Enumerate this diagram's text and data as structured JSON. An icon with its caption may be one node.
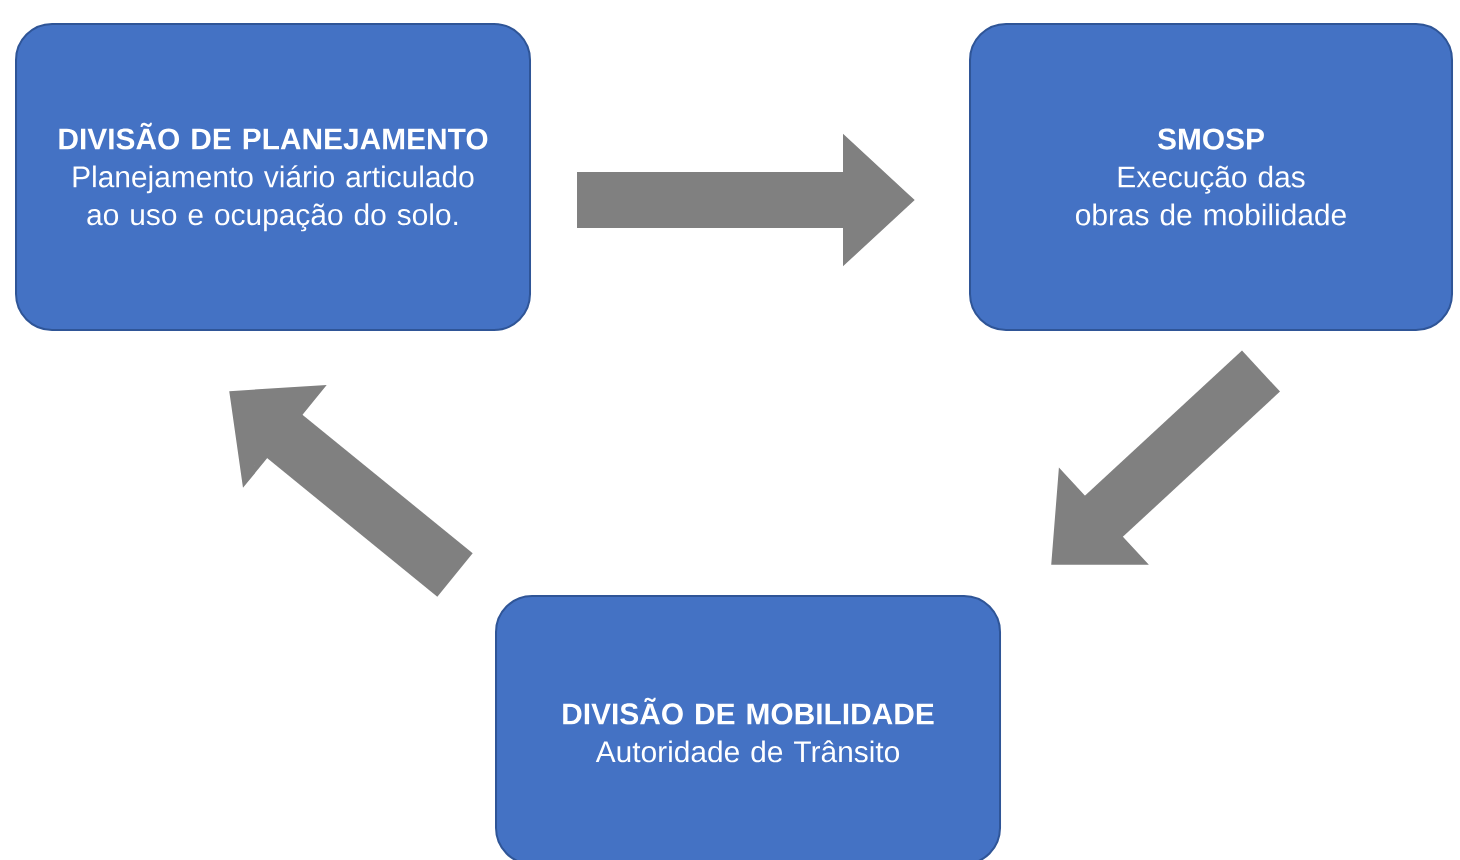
{
  "diagram": {
    "nodes": [
      {
        "text": [
          "DIVISÃO DE PLANEJAMENTO",
          "Planejamento viário articulado ao uso e ocupação do solo."
        ]
      },
      {
        "text": [
          "SMOSP",
          "Execução das obras de mobilidade"
        ]
      },
      {
        "text": [
          "DIVISÃO DE MOBILIDADE",
          "Autoridade de Trânsito"
        ]
      }
    ],
    "edges": [
      {
        "from": 0,
        "to": 1,
        "arrow": "to"
      },
      {
        "from": 1,
        "to": 2,
        "arrow": "to"
      },
      {
        "from": 2,
        "to": 0,
        "arrow": "to"
      }
    ]
  }
}
